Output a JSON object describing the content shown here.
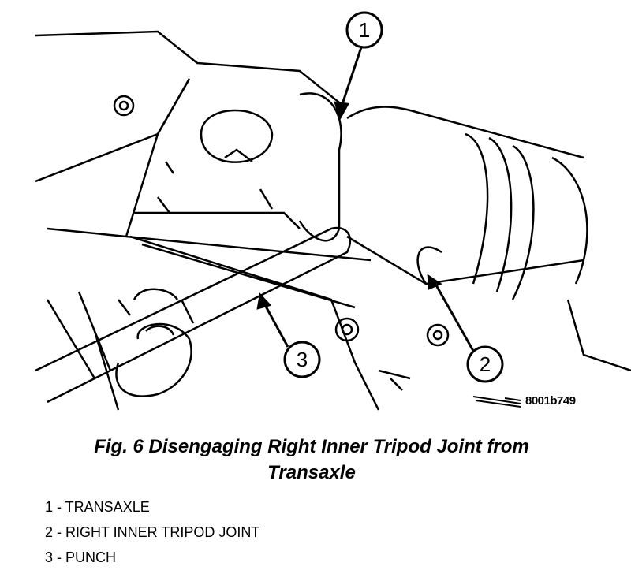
{
  "figure": {
    "code": "8001b749",
    "callouts": [
      "1",
      "2",
      "3"
    ]
  },
  "caption": {
    "line1": "Fig. 6 Disengaging Right Inner Tripod Joint from",
    "line2": "Transaxle"
  },
  "legend": [
    "1 - TRANSAXLE",
    "2 - RIGHT INNER TRIPOD JOINT",
    "3 - PUNCH"
  ]
}
